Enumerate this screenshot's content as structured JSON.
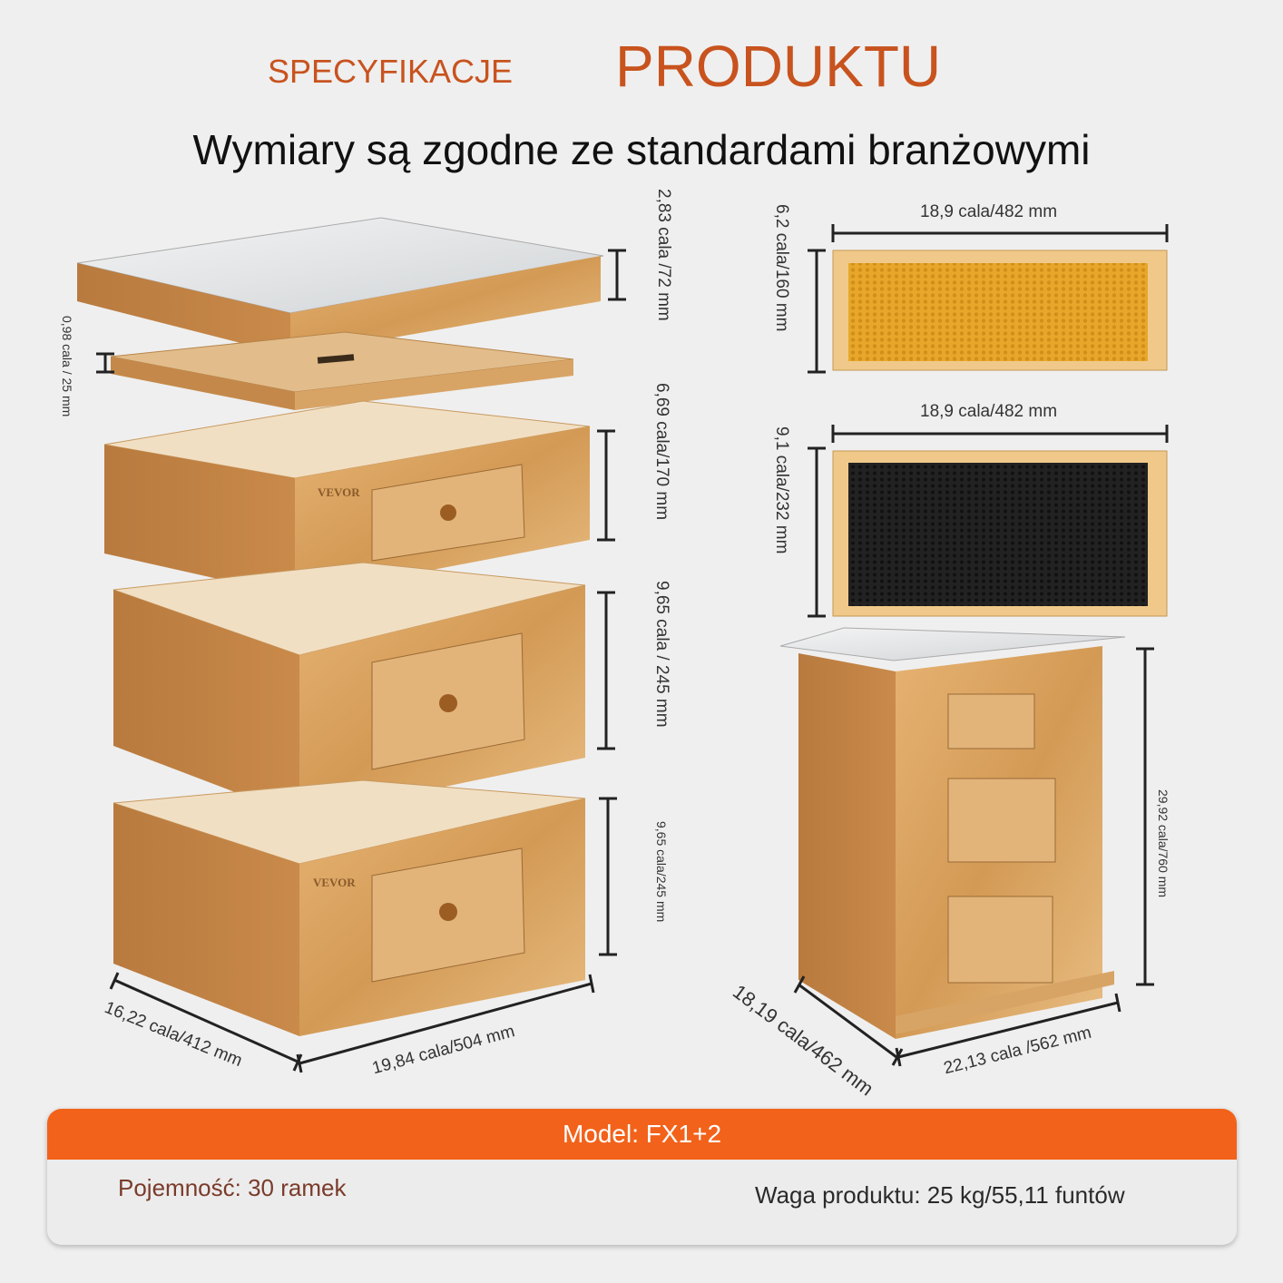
{
  "header": {
    "spec": "SPECYFIKACJE",
    "product": "PRODUKTU"
  },
  "subtitle": "Wymiary są zgodne ze standardami branżowymi",
  "dimensions": {
    "lid_height": "2,83 cala /72 mm",
    "inner_cover": "0,98 cala / 25 mm",
    "super_height": "6,69 cala/170 mm",
    "box2_height": "9,65 cala / 245 mm",
    "box3_height": "9,65 cala/245 mm",
    "left_depth": "16,22 cala/412 mm",
    "left_width": "19,84 cala/504 mm",
    "frame1_width": "18,9 cala/482 mm",
    "frame1_height": "6,2 cala/160 mm",
    "frame2_width": "18,9 cala/482 mm",
    "frame2_height": "9,1 cala/232 mm",
    "hive_height": "29,92 cala/760 mm",
    "hive_depth": "18,19 cala/462 mm",
    "hive_width": "22,13 cala /562 mm"
  },
  "brand": "VEVOR",
  "spec_panel": {
    "model": "Model: FX1+2",
    "capacity": "Pojemność: 30 ramek",
    "weight": "Waga produktu: 25 kg/55,11 funtów"
  },
  "colors": {
    "accent": "#f2621a",
    "title": "#c8531e",
    "wood": "#d9a25e",
    "foundation_yellow": "#e8a72a",
    "foundation_black": "#1e1e1e"
  }
}
